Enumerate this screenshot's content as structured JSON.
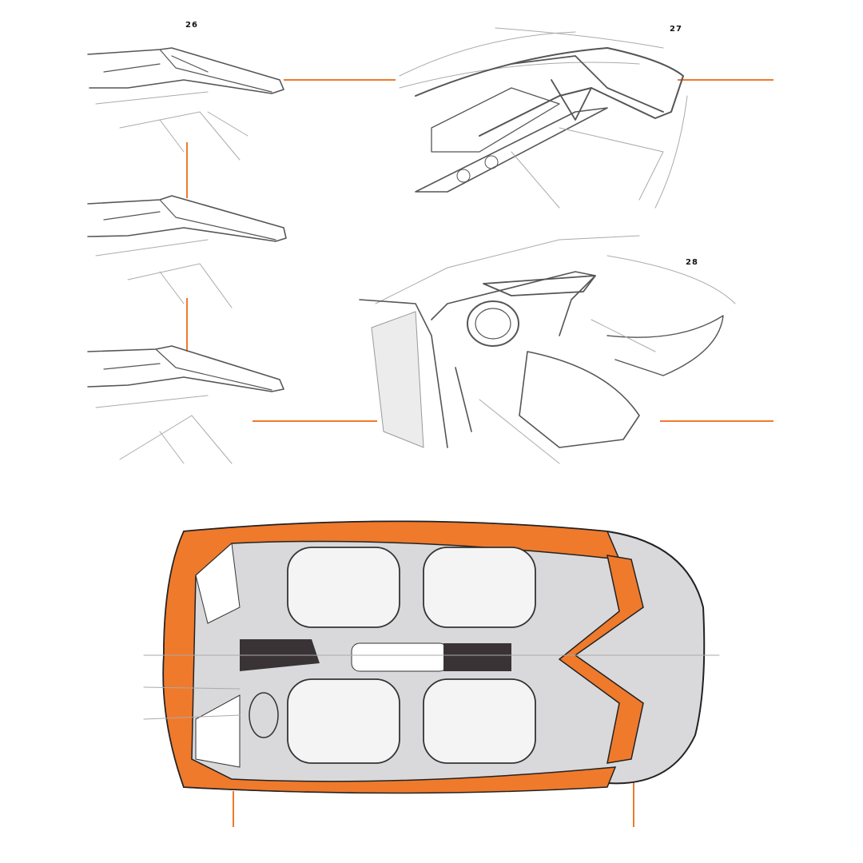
{
  "sketch_labels": {
    "s26": "26",
    "s27": "27",
    "s28": "28"
  },
  "colors": {
    "accent": "#ef7a2c",
    "line": "#555555",
    "shade": "#d9d9dc"
  }
}
